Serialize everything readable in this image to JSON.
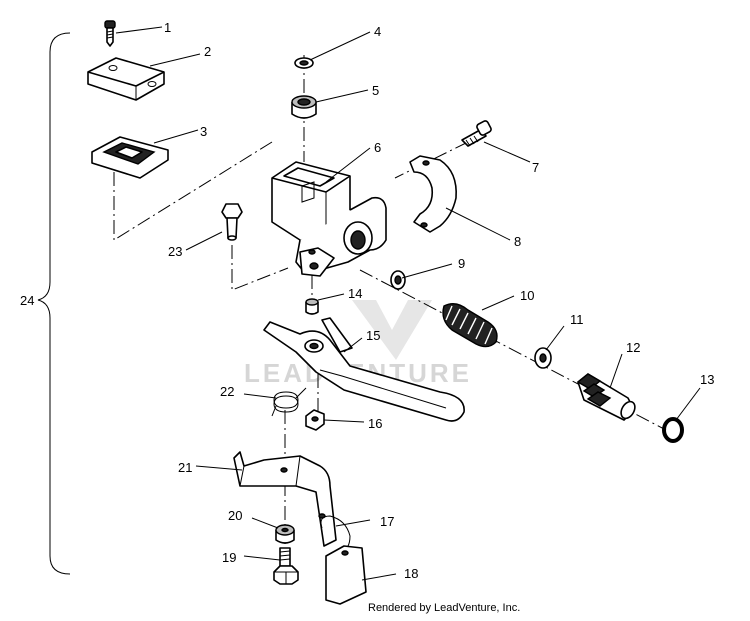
{
  "watermark": "LEADVENTURE",
  "footer_text": "Rendered by LeadVenture, Inc.",
  "callouts": {
    "c1": "1",
    "c2": "2",
    "c3": "3",
    "c4": "4",
    "c5": "5",
    "c6": "6",
    "c7": "7",
    "c8": "8",
    "c9": "9",
    "c10": "10",
    "c11": "11",
    "c12": "12",
    "c13": "13",
    "c14": "14",
    "c15": "15",
    "c16": "16",
    "c17": "17",
    "c18": "18",
    "c19": "19",
    "c20": "20",
    "c21": "21",
    "c22": "22",
    "c23": "23",
    "c24": "24"
  }
}
